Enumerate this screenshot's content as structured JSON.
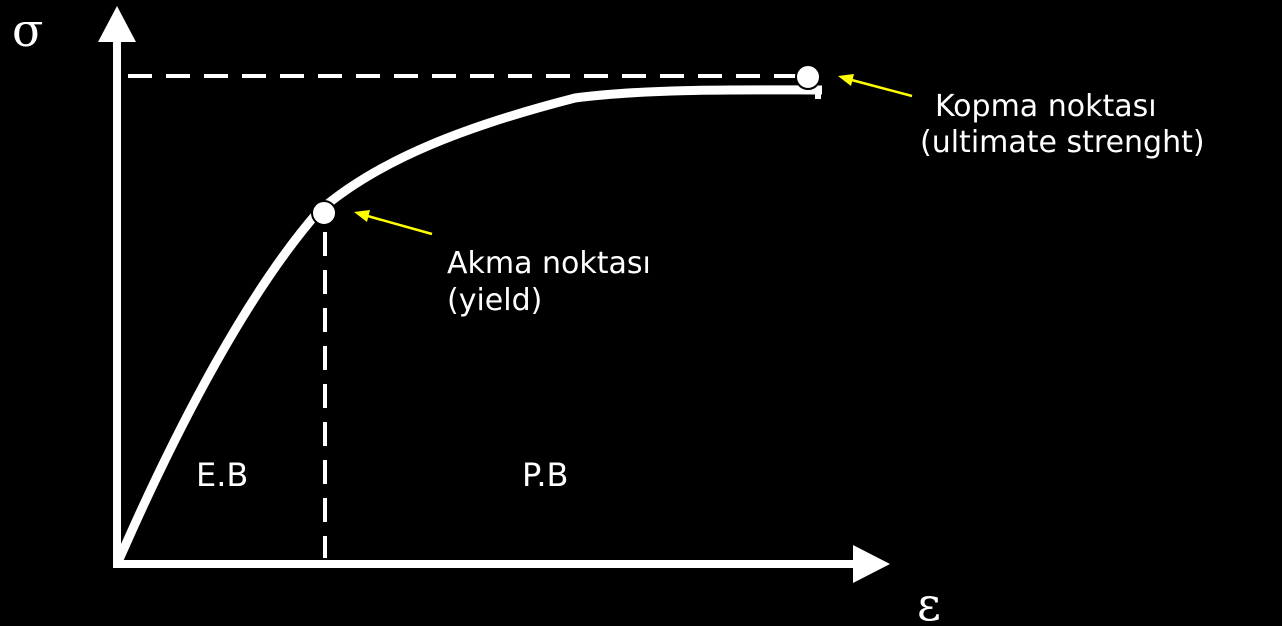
{
  "labels": {
    "y_axis_symbol": "σ",
    "x_axis_symbol": "ε",
    "elastic_region": "E.B",
    "plastic_region": "P.B",
    "yield_point_line1": "Akma noktası",
    "yield_point_line2": "(yield)",
    "ultimate_point_line1": "Kopma noktası",
    "ultimate_point_line2": "(ultimate strenght)"
  },
  "colors": {
    "background": "#000000",
    "foreground": "#ffffff",
    "pointer_arrow": "#ffff00"
  }
}
